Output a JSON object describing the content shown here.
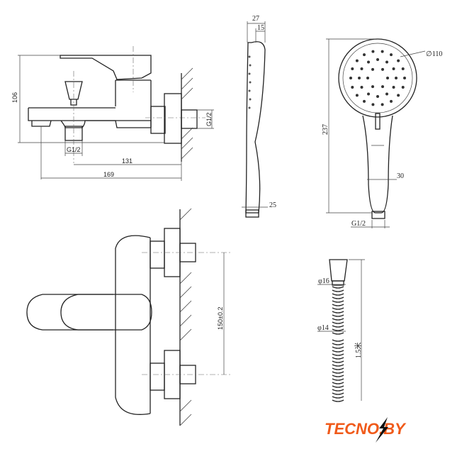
{
  "faucet_side": {
    "height": "106",
    "outlet_to_wall": "131",
    "spout_to_wall": "169",
    "outlet_thread": "G1/2",
    "inlet_thread": "G1/2"
  },
  "faucet_top": {
    "inlet_spacing": "150±0.2"
  },
  "hand_shower_side": {
    "depth": "27",
    "inner_depth": "15",
    "end_width": "25"
  },
  "hand_shower_front": {
    "head_diameter": "∅110",
    "length": "237",
    "handle_width": "30",
    "thread": "G1/2"
  },
  "hose": {
    "nut_diameter": "φ16",
    "hose_diameter": "φ14",
    "length": "1.5米"
  },
  "logo": {
    "text": "TECNO.BY",
    "color": "#f05a1a"
  }
}
